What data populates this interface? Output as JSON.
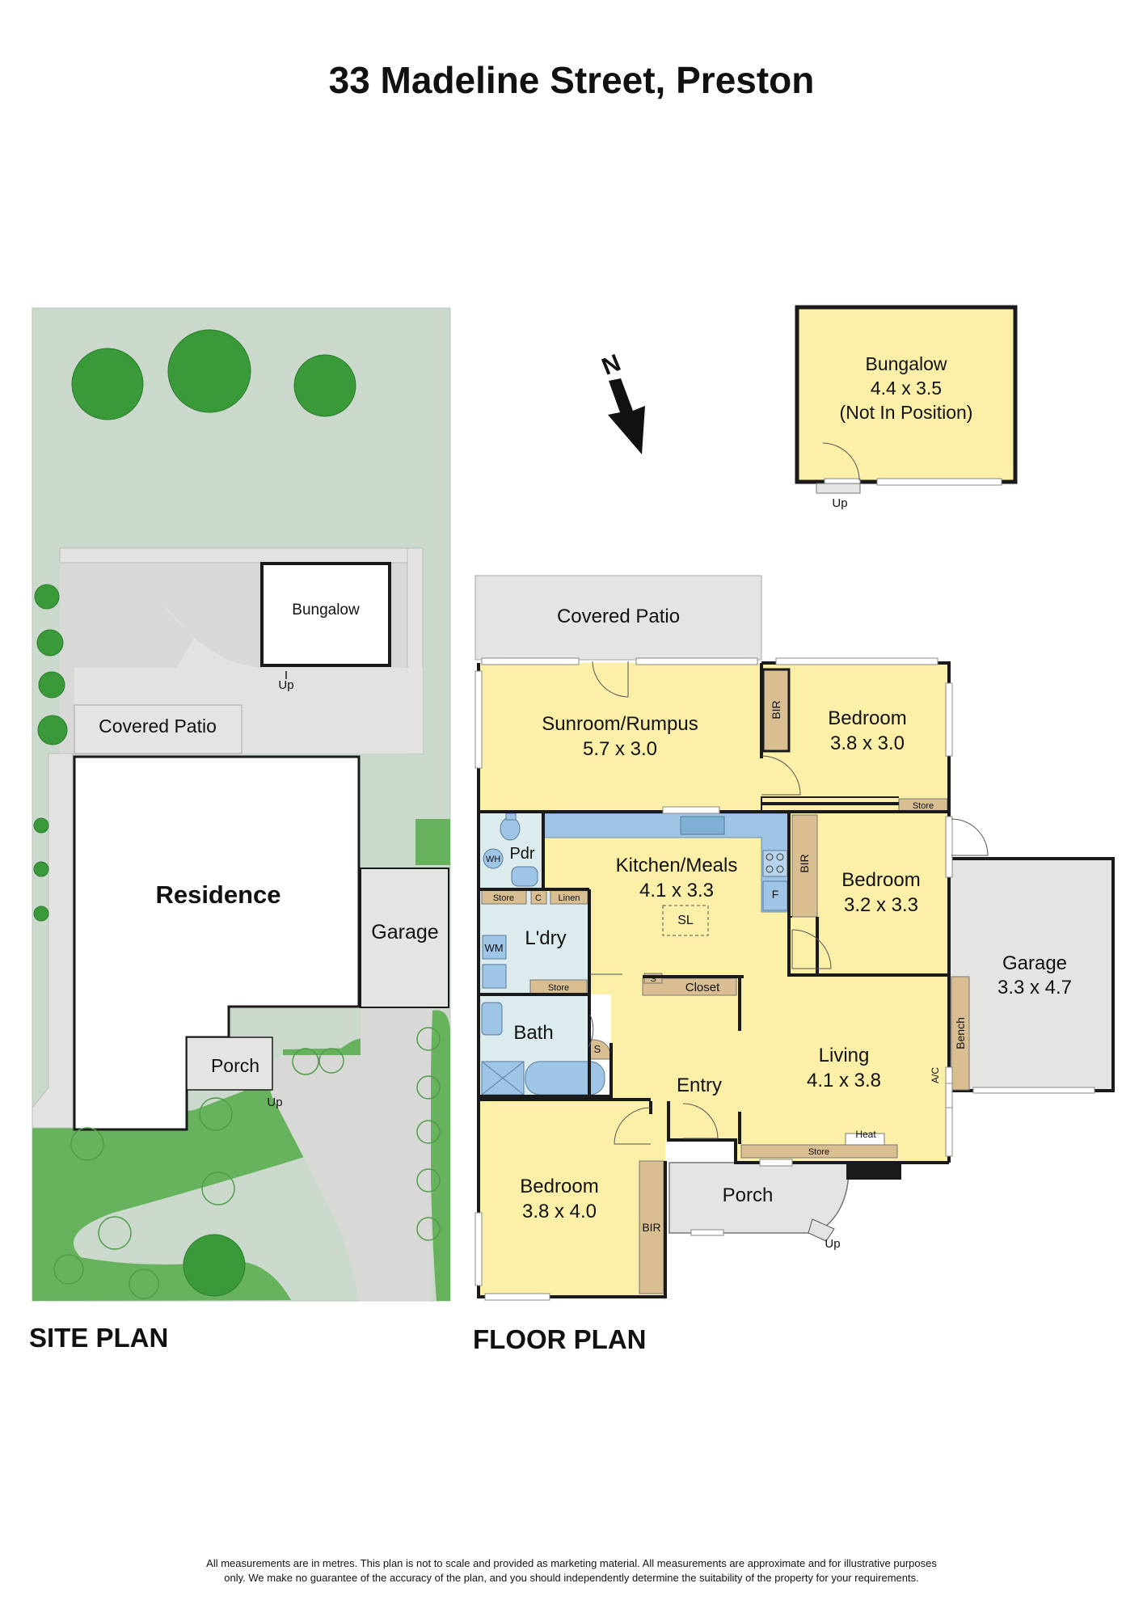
{
  "title": "33 Madeline Street, Preston",
  "site_plan": {
    "label": "SITE PLAN",
    "bungalow": "Bungalow",
    "bungalow_up": "Up",
    "covered_patio": "Covered Patio",
    "residence": "Residence",
    "garage": "Garage",
    "porch": "Porch",
    "porch_up": "Up"
  },
  "floor_plan": {
    "label": "FLOOR PLAN",
    "north": "N",
    "bungalow": {
      "name": "Bungalow",
      "size": "4.4 x 3.5",
      "note": "(Not In Position)",
      "up": "Up"
    },
    "covered_patio": "Covered Patio",
    "sunroom": {
      "name": "Sunroom/Rumpus",
      "size": "5.7 x 3.0"
    },
    "bedroom_rear": {
      "name": "Bedroom",
      "size": "3.8 x 3.0"
    },
    "bedroom_mid": {
      "name": "Bedroom",
      "size": "3.2 x 3.3"
    },
    "bedroom_front": {
      "name": "Bedroom",
      "size": "3.8 x 4.0"
    },
    "kitchen": {
      "name": "Kitchen/Meals",
      "size": "4.1 x 3.3"
    },
    "living": {
      "name": "Living",
      "size": "4.1 x 3.8"
    },
    "garage": {
      "name": "Garage",
      "size": "3.3 x 4.7"
    },
    "small": {
      "bir": "BIR",
      "store": "Store",
      "pdr": "Pdr",
      "wh": "WH",
      "wm": "WM",
      "laundry": "L'dry",
      "linen": "Linen",
      "c": "C",
      "sl": "SL",
      "f": "F",
      "s": "S",
      "closet": "Closet",
      "bath": "Bath",
      "entry": "Entry",
      "bench": "Bench",
      "ac": "A/C",
      "heat": "Heat",
      "porch": "Porch",
      "up": "Up"
    }
  },
  "disclaimer": [
    "All measurements are in metres. This plan is not to scale and provided as marketing material. All measurements are approximate and for illustrative purposes",
    "only. We make no guarantee of the accuracy of the plan, and you should independently determine the suitability of the property for your requirements."
  ],
  "colors": {
    "room": "#fcf0a9",
    "wet": "#dcecee",
    "fixture": "#9ec5e6",
    "cabinet": "#d9be91",
    "outdoor": "#e4e4e2",
    "lawn": "#cbd9cc",
    "grass": "#67b35d",
    "tree": "#3a9a3a",
    "path": "#d8d8d6",
    "wall": "#1a1a1a"
  }
}
